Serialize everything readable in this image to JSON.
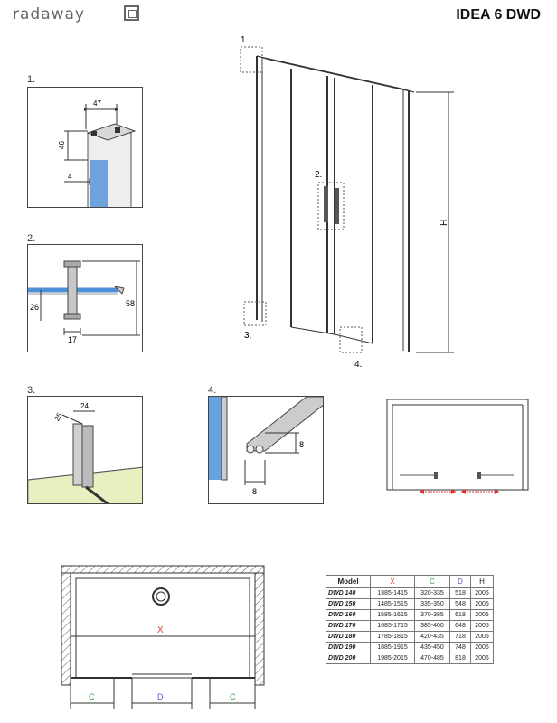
{
  "brand": {
    "name": "radaway"
  },
  "product_title": "IDEA 6 DWD",
  "details": {
    "d1": {
      "label": "1.",
      "dims": [
        "47",
        "46",
        "4"
      ]
    },
    "d2": {
      "label": "2.",
      "dims": [
        "26",
        "17",
        "58"
      ]
    },
    "d3": {
      "label": "3.",
      "dims": [
        "25",
        "24"
      ]
    },
    "d4": {
      "label": "4.",
      "dims": [
        "8",
        "8"
      ]
    }
  },
  "front_view": {
    "callouts": [
      "1.",
      "2.",
      "3.",
      "4."
    ],
    "height_label": "H"
  },
  "plan_view": {
    "labels": [
      "X",
      "C",
      "D",
      "C"
    ]
  },
  "colors": {
    "x": "#e23c3c",
    "c": "#3a9a3a",
    "d": "#6a4fc8",
    "arrow": "#e03030",
    "glass": "#4f8fd8",
    "tray": "#e8efc0"
  },
  "spec_table": {
    "headers": [
      "Model",
      "X",
      "C",
      "D",
      "H"
    ],
    "rows": [
      [
        "DWD 140",
        "1385-1415",
        "320-335",
        "518",
        "2005"
      ],
      [
        "DWD 150",
        "1485-1515",
        "335-350",
        "548",
        "2005"
      ],
      [
        "DWD 160",
        "1585-1615",
        "370-385",
        "618",
        "2005"
      ],
      [
        "DWD 170",
        "1685-1715",
        "385-400",
        "648",
        "2005"
      ],
      [
        "DWD 180",
        "1785-1815",
        "420-435",
        "718",
        "2005"
      ],
      [
        "DWD 190",
        "1885-1915",
        "435-450",
        "748",
        "2005"
      ],
      [
        "DWD 200",
        "1985-2015",
        "470-485",
        "818",
        "2005"
      ]
    ]
  }
}
